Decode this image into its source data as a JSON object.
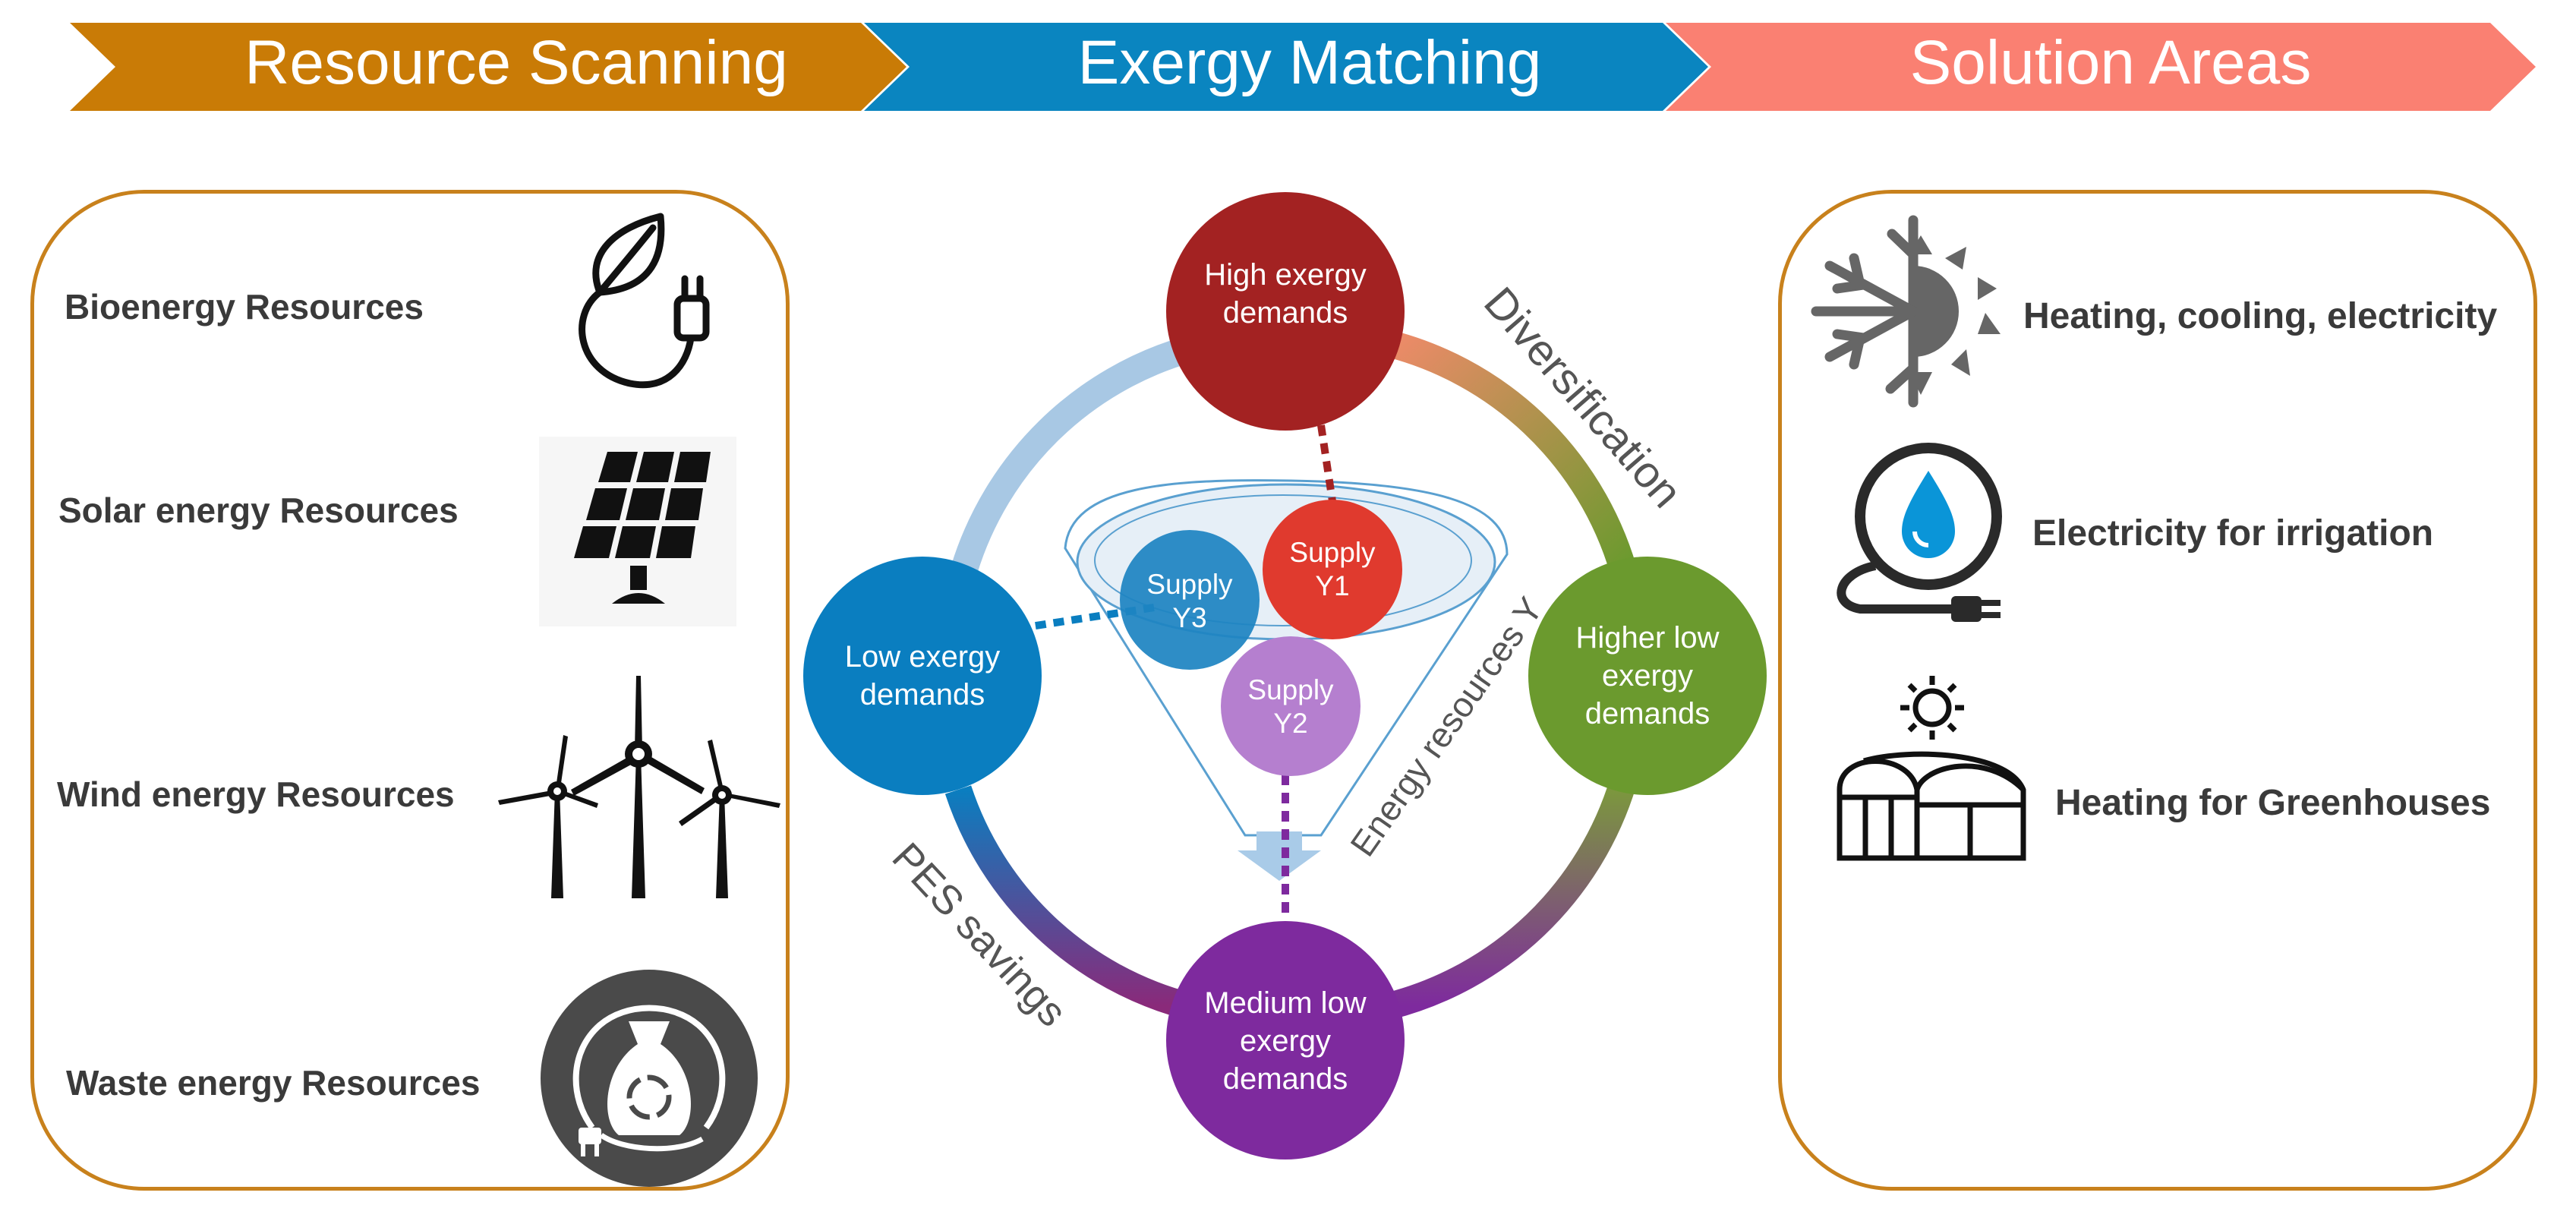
{
  "banner": {
    "steps": [
      {
        "label": "Resource Scanning",
        "color": "#C97B06"
      },
      {
        "label": "Exergy Matching",
        "color": "#0A85C0"
      },
      {
        "label": "Solution Areas",
        "color": "#FA8072"
      }
    ]
  },
  "resources": {
    "items": [
      {
        "label": "Bioenergy Resources",
        "icon": "leaf-plug-icon"
      },
      {
        "label": "Solar energy Resources",
        "icon": "solar-panel-icon"
      },
      {
        "label": "Wind energy Resources",
        "icon": "wind-turbines-icon"
      },
      {
        "label": "Waste energy Resources",
        "icon": "waste-bag-icon"
      }
    ]
  },
  "matching": {
    "nodes": {
      "high": "High exergy demands",
      "higher_low": "Higher low exergy demands",
      "medium_low": "Medium low exergy demands",
      "low": "Low exergy demands"
    },
    "supplies": {
      "y1": "Supply Y1",
      "y2": "Supply Y2",
      "y3": "Supply Y3"
    },
    "labels": {
      "diversification": "Diversification",
      "energy_resources": "Energy resources Y",
      "pes_savings": "PES savings"
    },
    "colors": {
      "high": "#A32222",
      "higher_low": "#6B9A2E",
      "medium_low": "#7E2A9E",
      "low": "#0A7EC0",
      "supply_y1": "#E03A2E",
      "supply_y2": "#B57FCF",
      "supply_y3": "#1E84C2"
    }
  },
  "solutions": {
    "items": [
      {
        "label": "Heating, cooling, electricity",
        "icon": "snowflake-sun-icon"
      },
      {
        "label": "Electricity for irrigation",
        "icon": "water-plug-icon"
      },
      {
        "label": "Heating for Greenhouses",
        "icon": "greenhouse-icon"
      }
    ]
  }
}
